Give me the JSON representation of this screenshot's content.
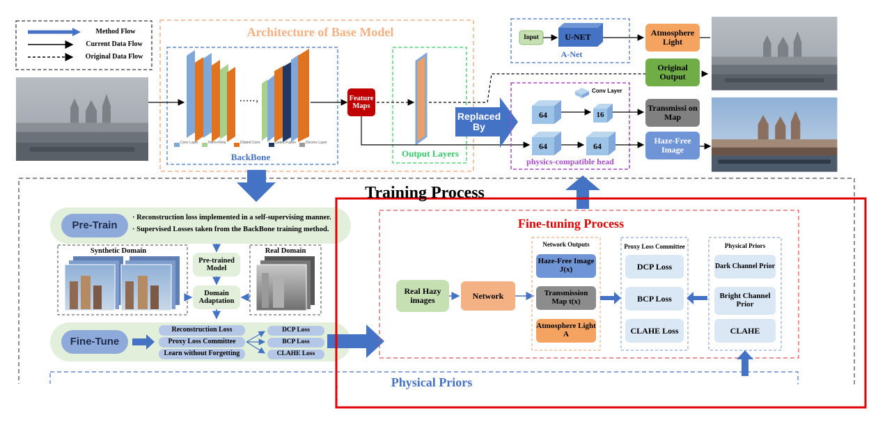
{
  "legend": {
    "method_flow": "Method Flow",
    "current_data_flow": "Current Data Flow",
    "original_data_flow": "Original Data Flow"
  },
  "architecture": {
    "title": "Architecture of Base Model",
    "backbone_label": "BackBone",
    "output_layers_label": "Output Layers",
    "feature_maps": "Feature Maps",
    "backbone_legend": [
      "Conv Layer",
      "Norm+Relu",
      "Dilated Conv",
      "Gated Fusion",
      "Deconv Layer"
    ],
    "dots": "·····›"
  },
  "replaced_by": "Replaced By",
  "anet": {
    "label": "A-Net",
    "input": "Input",
    "unet": "U-NET",
    "atmosphere_light": "Atmosphere Light",
    "original_output": "Original Output"
  },
  "physics_head": {
    "label": "physics-compatible head",
    "conv_layer_legend": "Conv Layer",
    "cubes": [
      "64",
      "16",
      "64",
      "64"
    ],
    "transmission_map": "Transmissi on Map",
    "haze_free_image": "Haze-Free Image"
  },
  "training": {
    "title": "Training Process",
    "pretrain": "Pre-Train",
    "pretrain_bullets": [
      "· Reconstruction loss implemented in a self-supervising manner.",
      "· Supervised Losses taken from the BackBone training method."
    ],
    "synthetic_domain": "Synthetic Domain",
    "real_domain": "Real Domain",
    "pretrained_model": "Pre-trained Model",
    "domain_adaptation": "Domain Adaptation",
    "finetune": "Fine-Tune",
    "finetune_items": [
      "Reconstruction Loss",
      "Proxy Loss Committee",
      "Learn without Forgetting"
    ],
    "loss_items": [
      "DCP Loss",
      "BCP Loss",
      "CLAHE Loss"
    ],
    "physical_priors_bottom": "Physical Priors"
  },
  "finetuning": {
    "title": "Fine-tuning Process",
    "real_hazy": "Real Hazy images",
    "network": "Network",
    "network_outputs_title": "Network Outputs",
    "outputs": [
      "Haze-Free Image  J(x)",
      "Transmission Map  t(x)",
      "Atmosphere Light  A"
    ],
    "proxy_title": "Proxy Loss Committee",
    "proxy_items": [
      "DCP Loss",
      "BCP Loss",
      "CLAHE Loss"
    ],
    "priors_title": "Physical Priors",
    "priors_items": [
      "Dark Channel Prior",
      "Bright Channel Prior",
      "CLAHE"
    ]
  },
  "colors": {
    "method_arrow": "#4472c4",
    "orange_dash": "#f4b183",
    "blue_dash": "#4472c4",
    "green_dash": "#33cc66",
    "purple_dash": "#a64ac9",
    "red": "#e00000",
    "feature_maps": "#c00000",
    "atmos_orange": "#f4a460",
    "green_box": "#70ad47",
    "cube_blue": "#9dc3e6",
    "light_green": "#c6e0b4",
    "light_blue": "#dae8f5"
  }
}
